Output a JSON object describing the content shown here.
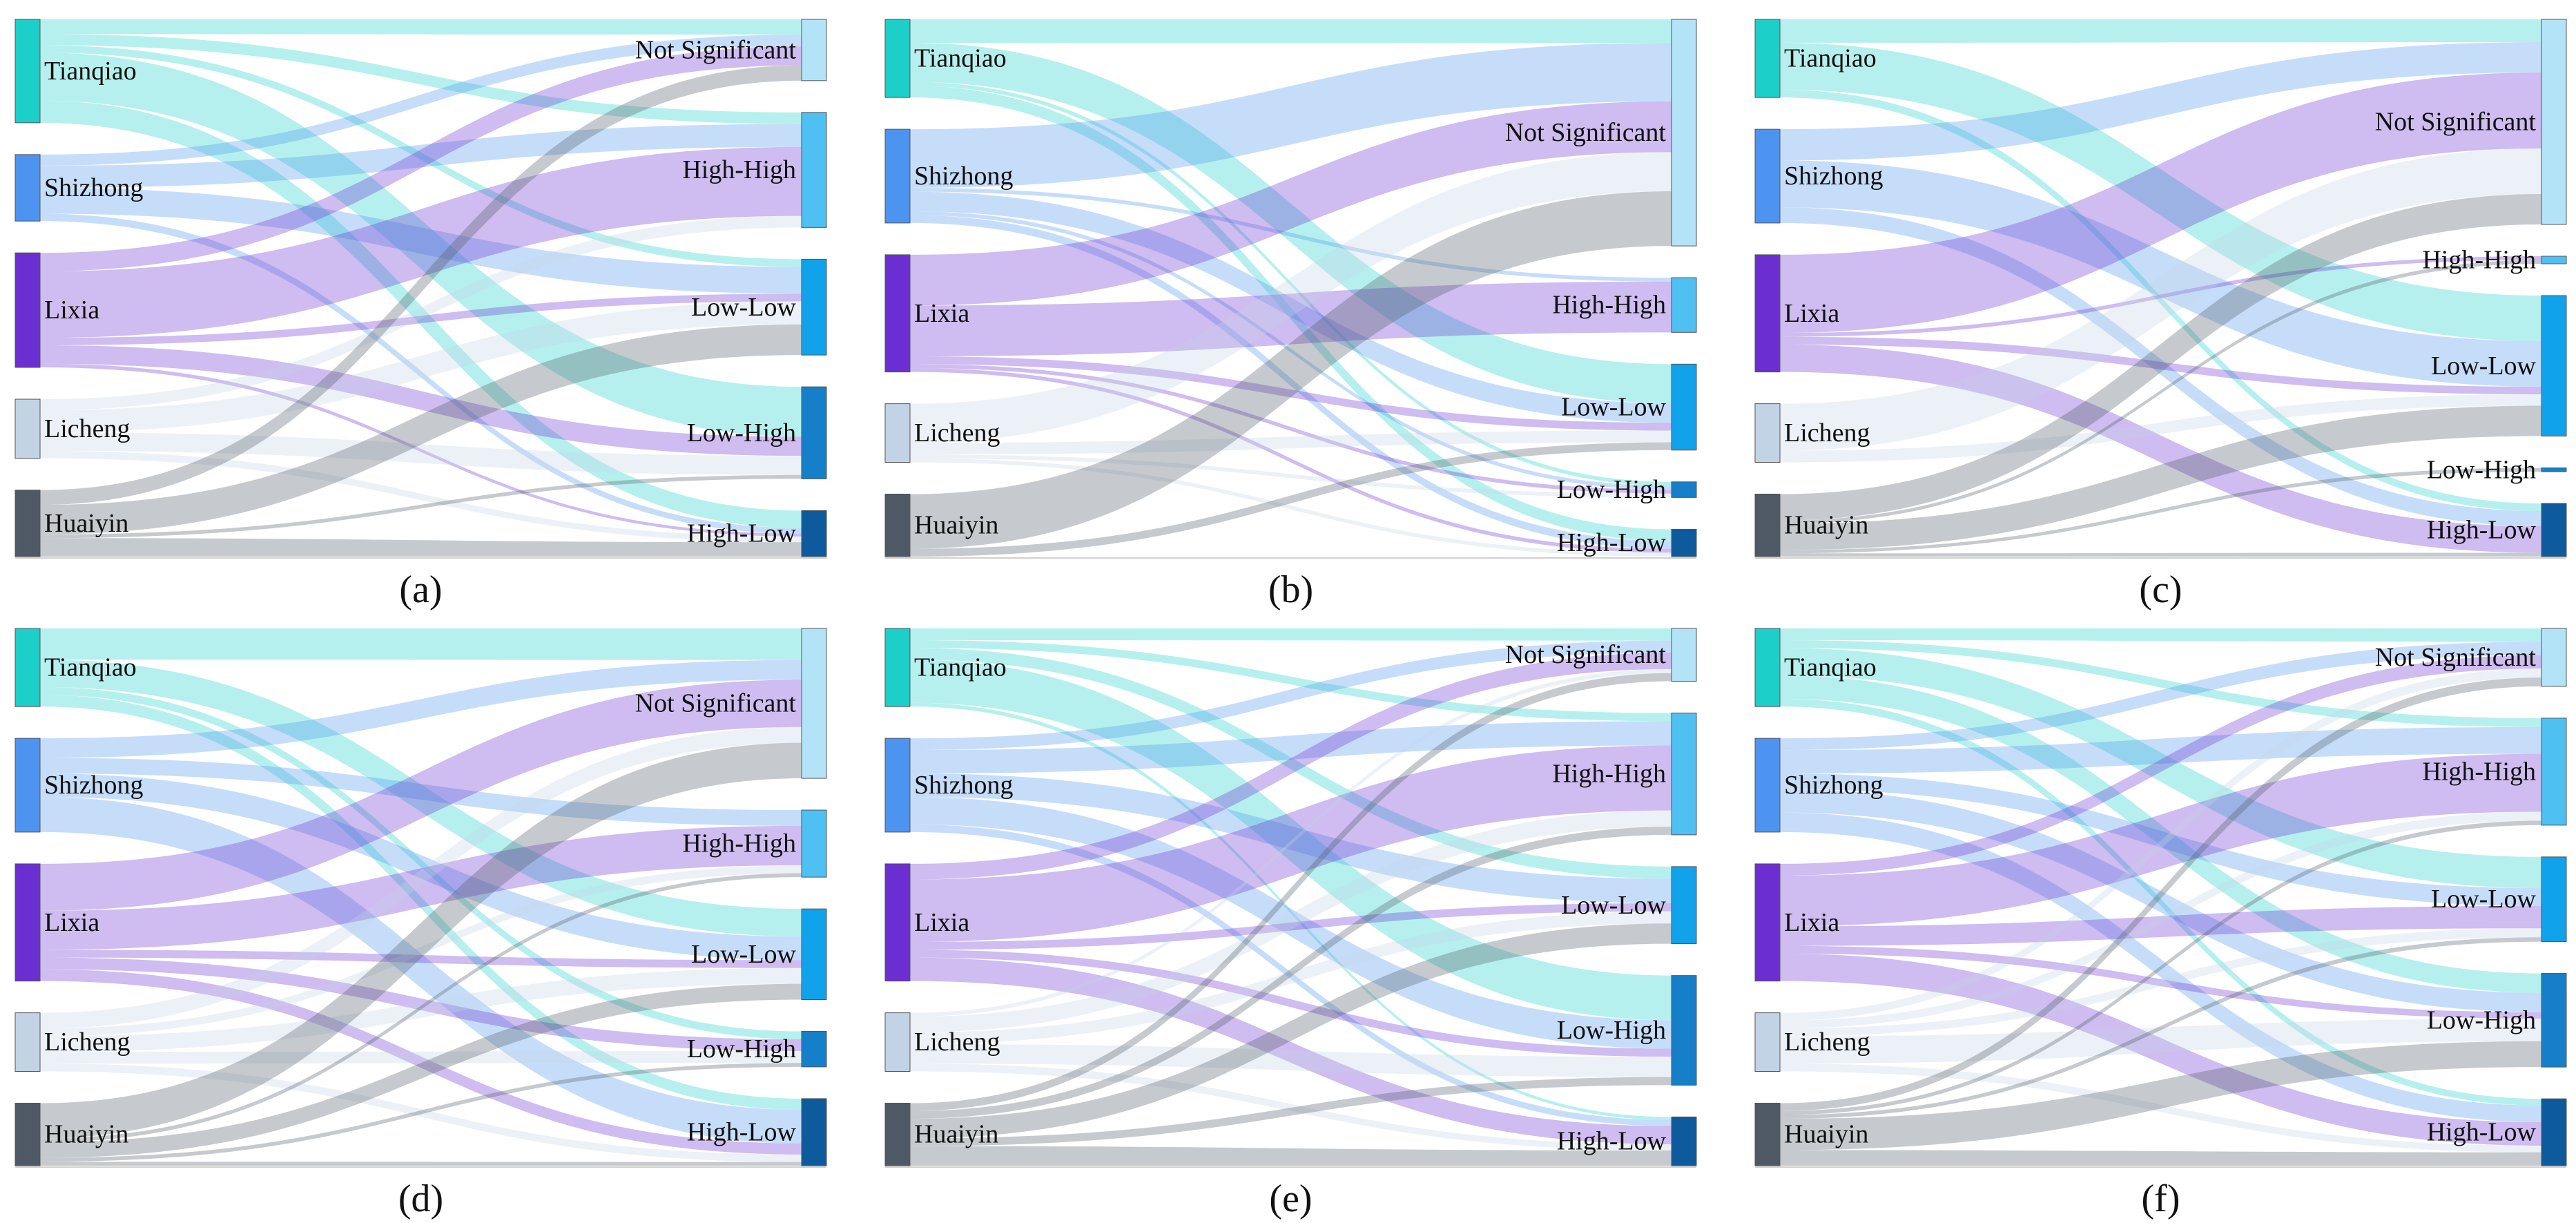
{
  "figure": {
    "panels": [
      "(a)",
      "(b)",
      "(c)",
      "(d)",
      "(e)",
      "(f)"
    ]
  },
  "colors": {
    "Tianqiao": "#1ccfc9",
    "Shizhong": "#4d94f0",
    "Lixia": "#6b2fd1",
    "Licheng": "#c3d3e6",
    "Huaiyin": "#4f5966",
    "Not Significant": "#b3e3f7",
    "High-High": "#4ec0f2",
    "Low-Low": "#10a3ec",
    "Low-High": "#1580c9",
    "High-Low": "#0d5a9c"
  },
  "chart_data": [
    {
      "type": "sankey",
      "caption": "(a)",
      "sources": [
        "Tianqiao",
        "Shizhong",
        "Lixia",
        "Licheng",
        "Huaiyin"
      ],
      "targets": [
        "Not Significant",
        "High-High",
        "Low-Low",
        "Low-High",
        "High-Low"
      ],
      "source_totals": [
        28,
        18,
        31,
        16,
        18
      ],
      "target_totals": [
        16,
        30,
        25,
        24,
        12
      ],
      "flows": [
        {
          "source": "Tianqiao",
          "target": "Not Significant",
          "value": 4
        },
        {
          "source": "Tianqiao",
          "target": "High-High",
          "value": 3
        },
        {
          "source": "Tianqiao",
          "target": "Low-Low",
          "value": 2
        },
        {
          "source": "Tianqiao",
          "target": "Low-High",
          "value": 13
        },
        {
          "source": "Tianqiao",
          "target": "High-Low",
          "value": 6
        },
        {
          "source": "Shizhong",
          "target": "Not Significant",
          "value": 3
        },
        {
          "source": "Shizhong",
          "target": "High-High",
          "value": 6
        },
        {
          "source": "Shizhong",
          "target": "Low-Low",
          "value": 7
        },
        {
          "source": "Shizhong",
          "target": "High-Low",
          "value": 2
        },
        {
          "source": "Lixia",
          "target": "Not Significant",
          "value": 5
        },
        {
          "source": "Lixia",
          "target": "High-High",
          "value": 18
        },
        {
          "source": "Lixia",
          "target": "Low-Low",
          "value": 2
        },
        {
          "source": "Lixia",
          "target": "Low-High",
          "value": 5
        },
        {
          "source": "Lixia",
          "target": "High-Low",
          "value": 1
        },
        {
          "source": "Licheng",
          "target": "High-High",
          "value": 3
        },
        {
          "source": "Licheng",
          "target": "Low-Low",
          "value": 6
        },
        {
          "source": "Licheng",
          "target": "Low-High",
          "value": 5
        },
        {
          "source": "Licheng",
          "target": "High-Low",
          "value": 2
        },
        {
          "source": "Huaiyin",
          "target": "Not Significant",
          "value": 4
        },
        {
          "source": "Huaiyin",
          "target": "Low-Low",
          "value": 8
        },
        {
          "source": "Huaiyin",
          "target": "Low-High",
          "value": 1
        },
        {
          "source": "Huaiyin",
          "target": "High-Low",
          "value": 5
        }
      ]
    },
    {
      "type": "sankey",
      "caption": "(b)",
      "sources": [
        "Tianqiao",
        "Shizhong",
        "Lixia",
        "Licheng",
        "Huaiyin"
      ],
      "targets": [
        "Not Significant",
        "High-High",
        "Low-Low",
        "Low-High",
        "High-Low"
      ],
      "source_totals": [
        20,
        24,
        30,
        15,
        16
      ],
      "target_totals": [
        58,
        14,
        22,
        4,
        7
      ],
      "flows": [
        {
          "source": "Tianqiao",
          "target": "Not Significant",
          "value": 6
        },
        {
          "source": "Tianqiao",
          "target": "Low-Low",
          "value": 10
        },
        {
          "source": "Tianqiao",
          "target": "Low-High",
          "value": 1
        },
        {
          "source": "Tianqiao",
          "target": "High-Low",
          "value": 3
        },
        {
          "source": "Shizhong",
          "target": "Not Significant",
          "value": 15
        },
        {
          "source": "Shizhong",
          "target": "High-High",
          "value": 1
        },
        {
          "source": "Shizhong",
          "target": "Low-Low",
          "value": 5
        },
        {
          "source": "Shizhong",
          "target": "Low-High",
          "value": 1
        },
        {
          "source": "Shizhong",
          "target": "High-Low",
          "value": 2
        },
        {
          "source": "Lixia",
          "target": "Not Significant",
          "value": 13
        },
        {
          "source": "Lixia",
          "target": "High-High",
          "value": 13
        },
        {
          "source": "Lixia",
          "target": "Low-Low",
          "value": 2
        },
        {
          "source": "Lixia",
          "target": "Low-High",
          "value": 1
        },
        {
          "source": "Lixia",
          "target": "High-Low",
          "value": 1
        },
        {
          "source": "Licheng",
          "target": "Not Significant",
          "value": 10
        },
        {
          "source": "Licheng",
          "target": "Low-Low",
          "value": 3
        },
        {
          "source": "Licheng",
          "target": "Low-High",
          "value": 1
        },
        {
          "source": "Licheng",
          "target": "High-Low",
          "value": 1
        },
        {
          "source": "Huaiyin",
          "target": "Not Significant",
          "value": 14
        },
        {
          "source": "Huaiyin",
          "target": "Low-Low",
          "value": 2
        }
      ]
    },
    {
      "type": "sankey",
      "caption": "(c)",
      "sources": [
        "Tianqiao",
        "Shizhong",
        "Lixia",
        "Licheng",
        "Huaiyin"
      ],
      "targets": [
        "Not Significant",
        "High-High",
        "Low-Low",
        "Low-High",
        "High-Low"
      ],
      "source_totals": [
        20,
        24,
        30,
        15,
        16
      ],
      "target_totals": [
        54,
        2,
        37,
        1,
        14
      ],
      "flows": [
        {
          "source": "Tianqiao",
          "target": "Not Significant",
          "value": 6
        },
        {
          "source": "Tianqiao",
          "target": "Low-Low",
          "value": 12
        },
        {
          "source": "Tianqiao",
          "target": "High-Low",
          "value": 2
        },
        {
          "source": "Shizhong",
          "target": "Not Significant",
          "value": 8
        },
        {
          "source": "Shizhong",
          "target": "Low-Low",
          "value": 12
        },
        {
          "source": "Shizhong",
          "target": "High-Low",
          "value": 4
        },
        {
          "source": "Lixia",
          "target": "Not Significant",
          "value": 20
        },
        {
          "source": "Lixia",
          "target": "High-High",
          "value": 1
        },
        {
          "source": "Lixia",
          "target": "Low-Low",
          "value": 2
        },
        {
          "source": "Lixia",
          "target": "High-Low",
          "value": 7
        },
        {
          "source": "Licheng",
          "target": "Not Significant",
          "value": 12
        },
        {
          "source": "Licheng",
          "target": "Low-Low",
          "value": 3
        },
        {
          "source": "Huaiyin",
          "target": "Not Significant",
          "value": 8
        },
        {
          "source": "Huaiyin",
          "target": "High-High",
          "value": 1
        },
        {
          "source": "Huaiyin",
          "target": "Low-Low",
          "value": 8
        },
        {
          "source": "Huaiyin",
          "target": "Low-High",
          "value": 1
        },
        {
          "source": "Huaiyin",
          "target": "High-Low",
          "value": 1
        }
      ]
    },
    {
      "type": "sankey",
      "caption": "(d)",
      "sources": [
        "Tianqiao",
        "Shizhong",
        "Lixia",
        "Licheng",
        "Huaiyin"
      ],
      "targets": [
        "Not Significant",
        "High-High",
        "Low-Low",
        "Low-High",
        "High-Low"
      ],
      "source_totals": [
        20,
        24,
        30,
        15,
        16
      ],
      "target_totals": [
        38,
        17,
        23,
        9,
        17
      ],
      "flows": [
        {
          "source": "Tianqiao",
          "target": "Not Significant",
          "value": 8
        },
        {
          "source": "Tianqiao",
          "target": "Low-Low",
          "value": 7
        },
        {
          "source": "Tianqiao",
          "target": "Low-High",
          "value": 2
        },
        {
          "source": "Tianqiao",
          "target": "High-Low",
          "value": 3
        },
        {
          "source": "Shizhong",
          "target": "Not Significant",
          "value": 5
        },
        {
          "source": "Shizhong",
          "target": "High-High",
          "value": 4
        },
        {
          "source": "Shizhong",
          "target": "Low-Low",
          "value": 6
        },
        {
          "source": "Shizhong",
          "target": "High-Low",
          "value": 9
        },
        {
          "source": "Lixia",
          "target": "Not Significant",
          "value": 12
        },
        {
          "source": "Lixia",
          "target": "High-High",
          "value": 10
        },
        {
          "source": "Lixia",
          "target": "Low-Low",
          "value": 2
        },
        {
          "source": "Lixia",
          "target": "Low-High",
          "value": 3
        },
        {
          "source": "Lixia",
          "target": "High-Low",
          "value": 3
        },
        {
          "source": "Licheng",
          "target": "Not Significant",
          "value": 4
        },
        {
          "source": "Licheng",
          "target": "High-High",
          "value": 2
        },
        {
          "source": "Licheng",
          "target": "Low-Low",
          "value": 4
        },
        {
          "source": "Licheng",
          "target": "Low-High",
          "value": 3
        },
        {
          "source": "Licheng",
          "target": "High-Low",
          "value": 2
        },
        {
          "source": "Huaiyin",
          "target": "Not Significant",
          "value": 9
        },
        {
          "source": "Huaiyin",
          "target": "High-High",
          "value": 1
        },
        {
          "source": "Huaiyin",
          "target": "Low-Low",
          "value": 4
        },
        {
          "source": "Huaiyin",
          "target": "Low-High",
          "value": 1
        },
        {
          "source": "Huaiyin",
          "target": "High-Low",
          "value": 1
        }
      ]
    },
    {
      "type": "sankey",
      "caption": "(e)",
      "sources": [
        "Tianqiao",
        "Shizhong",
        "Lixia",
        "Licheng",
        "Huaiyin"
      ],
      "targets": [
        "Not Significant",
        "High-High",
        "Low-Low",
        "Low-High",
        "High-Low"
      ],
      "source_totals": [
        20,
        24,
        30,
        15,
        16
      ],
      "target_totals": [
        13,
        30,
        19,
        27,
        12
      ],
      "flows": [
        {
          "source": "Tianqiao",
          "target": "Not Significant",
          "value": 3
        },
        {
          "source": "Tianqiao",
          "target": "High-High",
          "value": 2
        },
        {
          "source": "Tianqiao",
          "target": "Low-Low",
          "value": 3
        },
        {
          "source": "Tianqiao",
          "target": "Low-High",
          "value": 11
        },
        {
          "source": "Tianqiao",
          "target": "High-Low",
          "value": 1
        },
        {
          "source": "Shizhong",
          "target": "Not Significant",
          "value": 3
        },
        {
          "source": "Shizhong",
          "target": "High-High",
          "value": 6
        },
        {
          "source": "Shizhong",
          "target": "Low-Low",
          "value": 6
        },
        {
          "source": "Shizhong",
          "target": "Low-High",
          "value": 7
        },
        {
          "source": "Shizhong",
          "target": "High-Low",
          "value": 2
        },
        {
          "source": "Lixia",
          "target": "Not Significant",
          "value": 4
        },
        {
          "source": "Lixia",
          "target": "High-High",
          "value": 16
        },
        {
          "source": "Lixia",
          "target": "Low-Low",
          "value": 2
        },
        {
          "source": "Lixia",
          "target": "Low-High",
          "value": 2
        },
        {
          "source": "Lixia",
          "target": "High-Low",
          "value": 6
        },
        {
          "source": "Licheng",
          "target": "Not Significant",
          "value": 1
        },
        {
          "source": "Licheng",
          "target": "High-High",
          "value": 4
        },
        {
          "source": "Licheng",
          "target": "Low-Low",
          "value": 3
        },
        {
          "source": "Licheng",
          "target": "Low-High",
          "value": 5
        },
        {
          "source": "Licheng",
          "target": "High-Low",
          "value": 2
        },
        {
          "source": "Huaiyin",
          "target": "Not Significant",
          "value": 2
        },
        {
          "source": "Huaiyin",
          "target": "High-High",
          "value": 2
        },
        {
          "source": "Huaiyin",
          "target": "Low-Low",
          "value": 5
        },
        {
          "source": "Huaiyin",
          "target": "Low-High",
          "value": 2
        },
        {
          "source": "Huaiyin",
          "target": "High-Low",
          "value": 5
        }
      ]
    },
    {
      "type": "sankey",
      "caption": "(f)",
      "sources": [
        "Tianqiao",
        "Shizhong",
        "Lixia",
        "Licheng",
        "Huaiyin"
      ],
      "targets": [
        "Not Significant",
        "High-High",
        "Low-Low",
        "Low-High",
        "High-Low"
      ],
      "source_totals": [
        20,
        24,
        30,
        15,
        16
      ],
      "target_totals": [
        13,
        24,
        19,
        21,
        15
      ],
      "flows": [
        {
          "source": "Tianqiao",
          "target": "Not Significant",
          "value": 3
        },
        {
          "source": "Tianqiao",
          "target": "High-High",
          "value": 2
        },
        {
          "source": "Tianqiao",
          "target": "Low-Low",
          "value": 7
        },
        {
          "source": "Tianqiao",
          "target": "Low-High",
          "value": 6
        },
        {
          "source": "Tianqiao",
          "target": "High-Low",
          "value": 2
        },
        {
          "source": "Shizhong",
          "target": "Not Significant",
          "value": 3
        },
        {
          "source": "Shizhong",
          "target": "High-High",
          "value": 6
        },
        {
          "source": "Shizhong",
          "target": "Low-Low",
          "value": 4
        },
        {
          "source": "Shizhong",
          "target": "Low-High",
          "value": 6
        },
        {
          "source": "Shizhong",
          "target": "High-Low",
          "value": 5
        },
        {
          "source": "Lixia",
          "target": "Not Significant",
          "value": 3
        },
        {
          "source": "Lixia",
          "target": "High-High",
          "value": 13
        },
        {
          "source": "Lixia",
          "target": "Low-Low",
          "value": 5
        },
        {
          "source": "Lixia",
          "target": "Low-High",
          "value": 2
        },
        {
          "source": "Lixia",
          "target": "High-Low",
          "value": 7
        },
        {
          "source": "Licheng",
          "target": "Not Significant",
          "value": 2
        },
        {
          "source": "Licheng",
          "target": "High-High",
          "value": 2
        },
        {
          "source": "Licheng",
          "target": "Low-Low",
          "value": 2
        },
        {
          "source": "Licheng",
          "target": "Low-High",
          "value": 7
        },
        {
          "source": "Licheng",
          "target": "High-Low",
          "value": 2
        },
        {
          "source": "Huaiyin",
          "target": "Not Significant",
          "value": 2
        },
        {
          "source": "Huaiyin",
          "target": "High-High",
          "value": 1
        },
        {
          "source": "Huaiyin",
          "target": "Low-Low",
          "value": 1
        },
        {
          "source": "Huaiyin",
          "target": "Low-High",
          "value": 8
        },
        {
          "source": "Huaiyin",
          "target": "High-Low",
          "value": 4
        }
      ]
    }
  ]
}
